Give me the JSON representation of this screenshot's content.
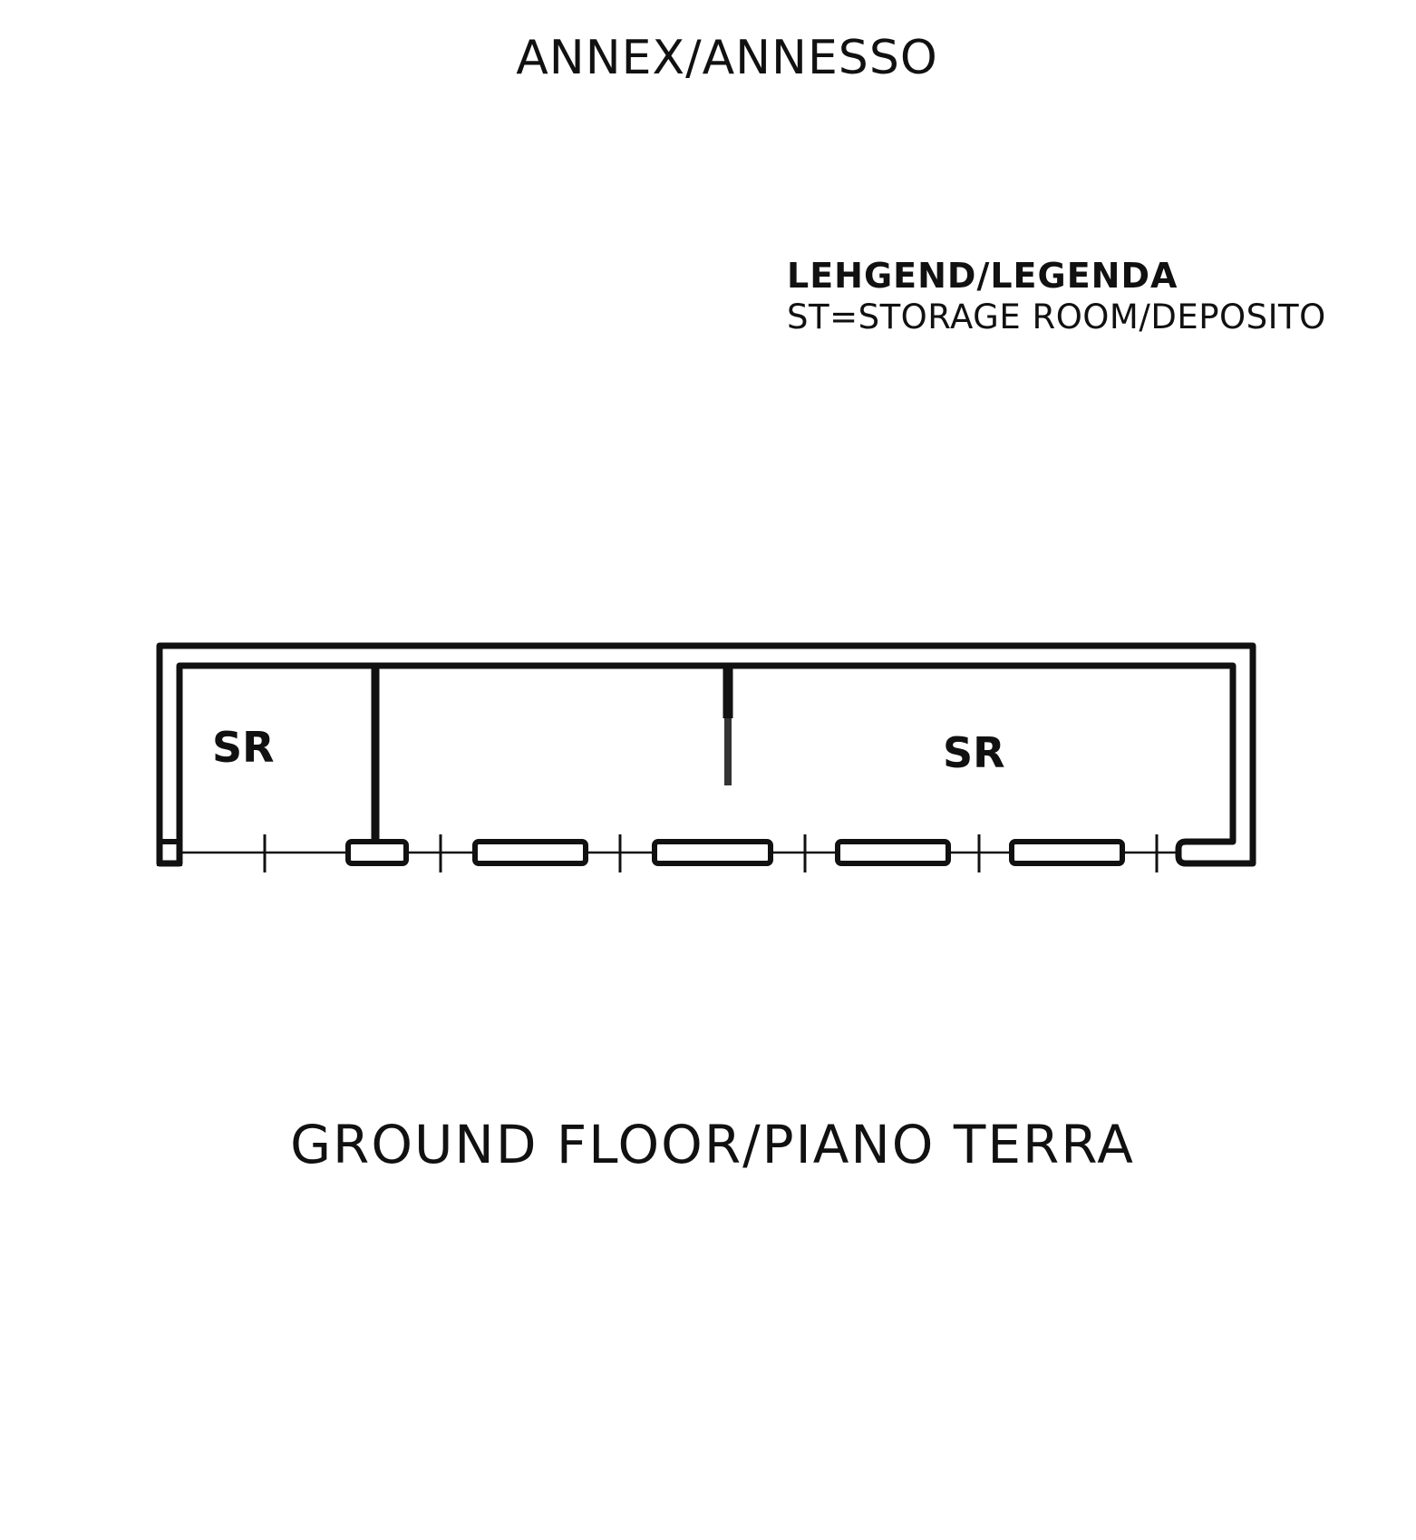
{
  "title": "ANNEX/ANNESSO",
  "legend": {
    "heading": "LEHGEND/LEGENDA",
    "entries": [
      "ST=STORAGE ROOM/DEPOSITO"
    ]
  },
  "rooms": [
    {
      "label": "SR"
    },
    {
      "label": "SR"
    }
  ],
  "floor_label": "GROUND FLOOR/PIANO TERRA",
  "colors": {
    "line": "#111111",
    "background": "#ffffff"
  }
}
